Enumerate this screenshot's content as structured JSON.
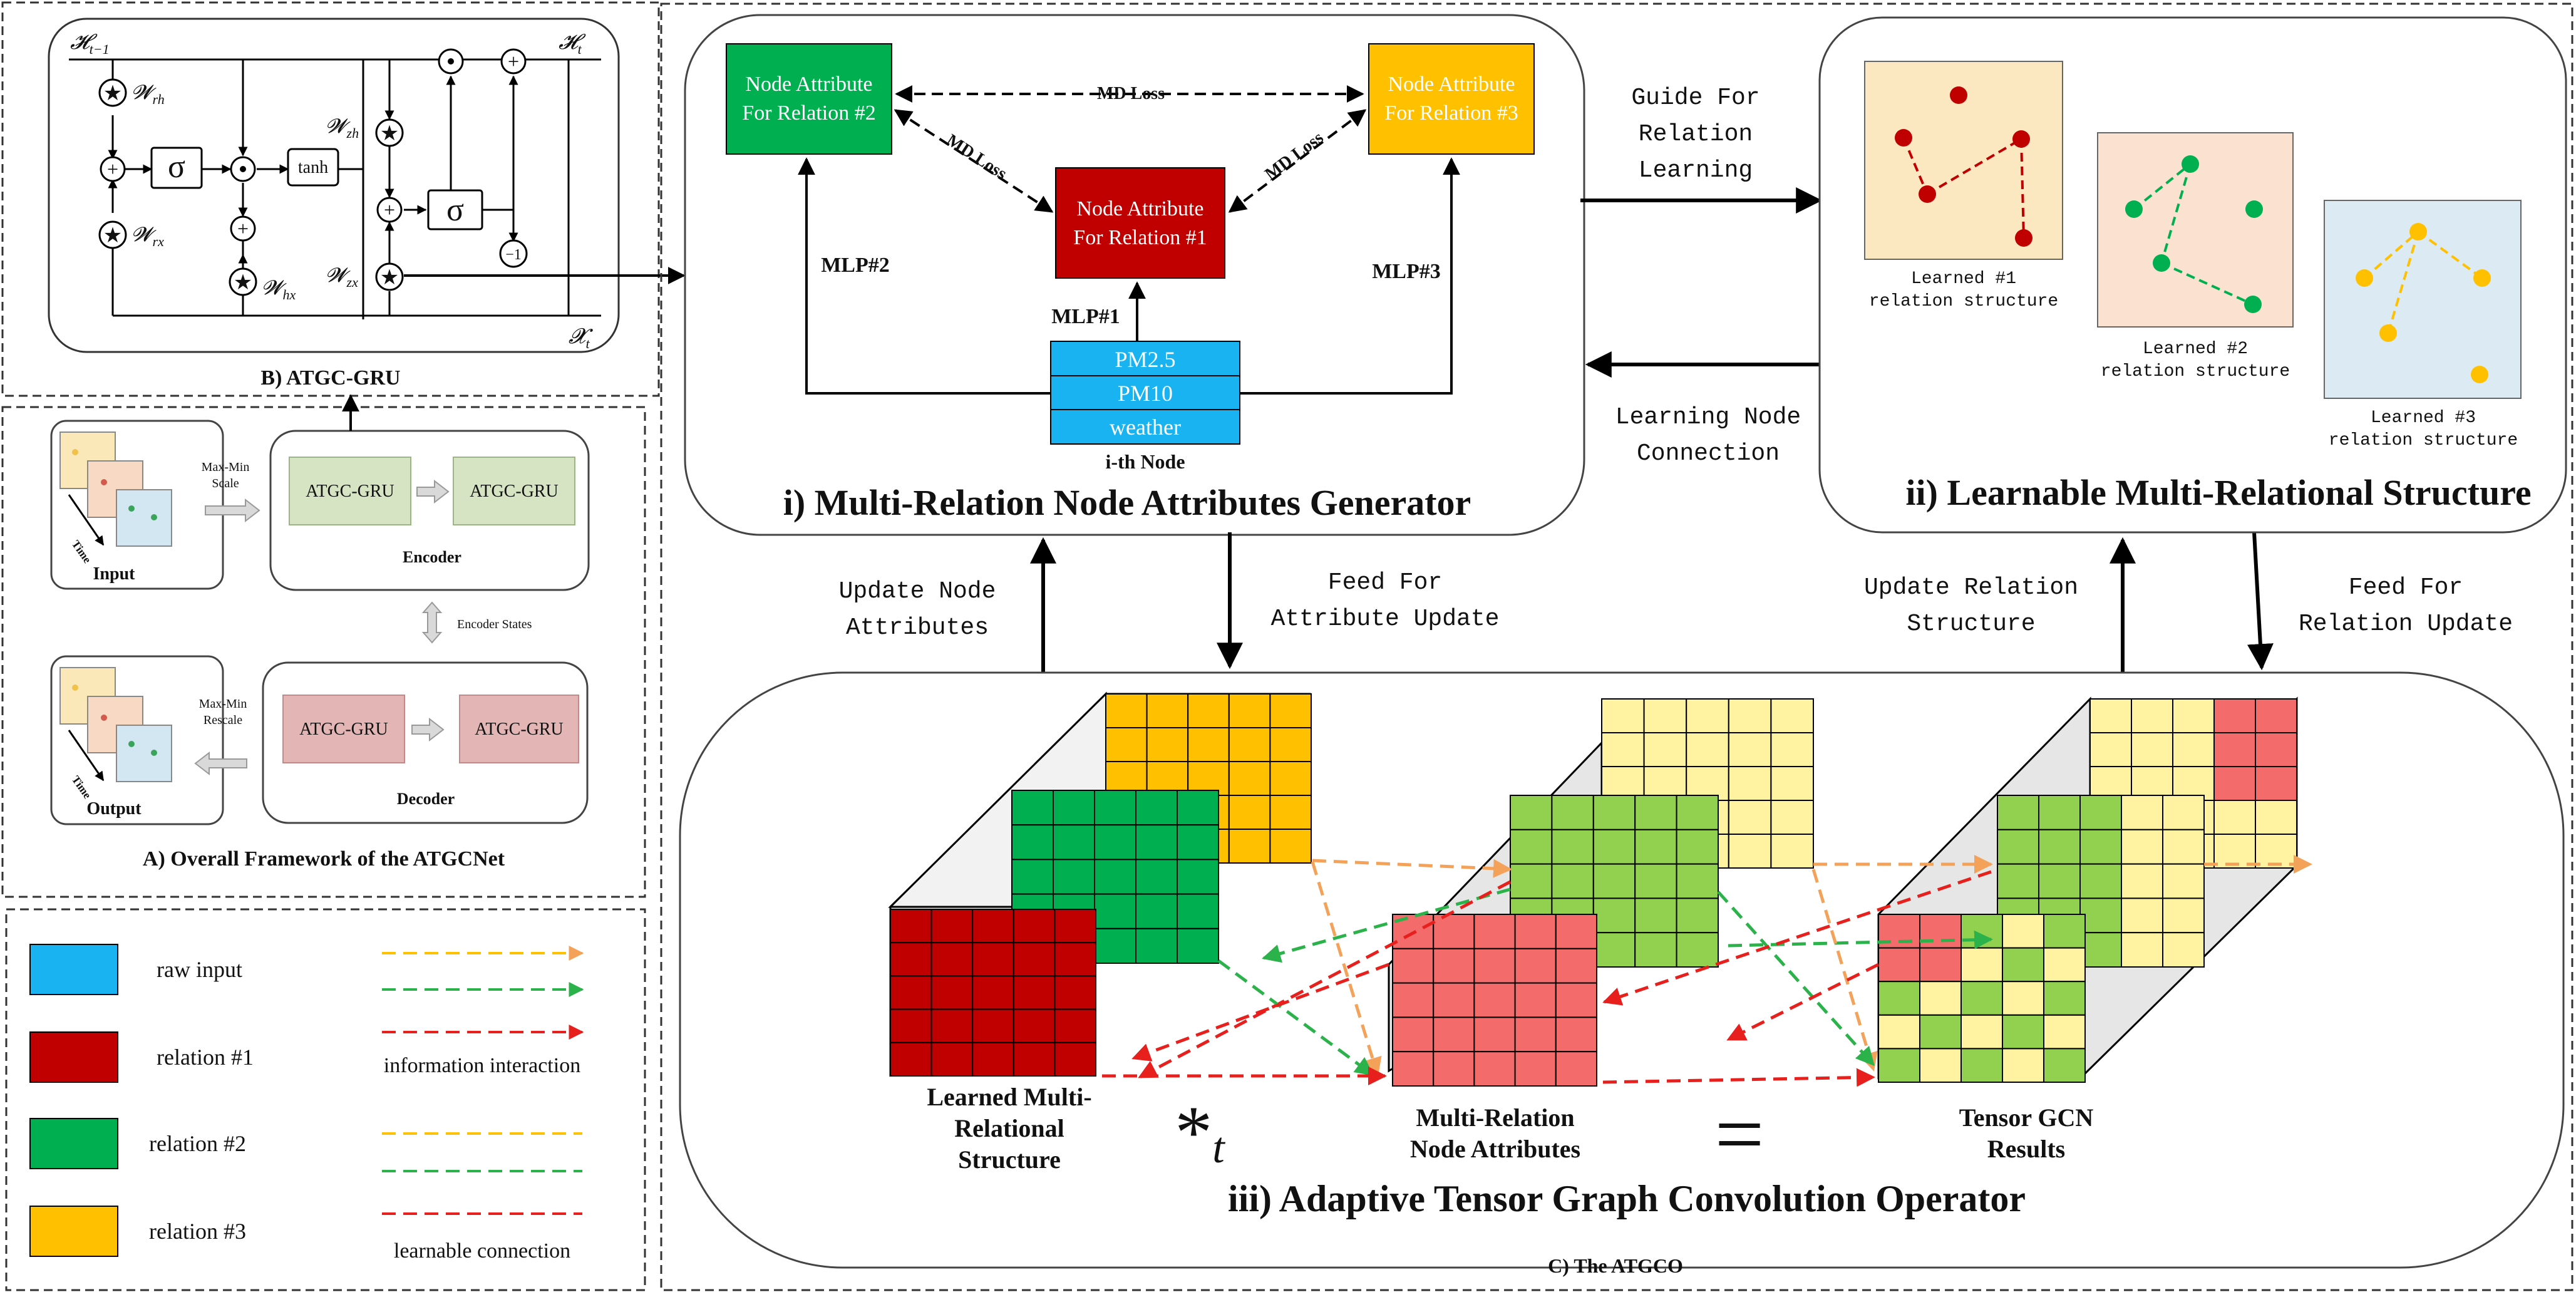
{
  "colors": {
    "raw_input": "#19b3f2",
    "relation1": "#c00000",
    "relation2": "#00b050",
    "relation3": "#ffc000",
    "relation1_light": "#f36b6b",
    "relation2_light": "#92d050",
    "relation3_light": "#fff2a0",
    "encoder_block": "#d6e4c4",
    "decoder_block": "#e3b5b5"
  },
  "icons": [
    "right-arrow-icon",
    "double-arrow-icon",
    "star-operator-icon",
    "hadamard-icon",
    "plus-icon"
  ],
  "gru": {
    "h_prev": "𝓗",
    "h_prev_sub": "t−1",
    "h_cur": "𝓗",
    "h_cur_sub": "t",
    "x_cur": "𝓧",
    "x_cur_sub": "t",
    "w_rh": "𝓦",
    "w_rh_sub": "rh",
    "w_rx": "𝓦",
    "w_rx_sub": "rx",
    "w_hx": "𝓦",
    "w_hx_sub": "hx",
    "w_zh": "𝓦",
    "w_zh_sub": "zh",
    "w_zx": "𝓦",
    "w_zx_sub": "zx",
    "sigma": "σ",
    "tanh": "tanh",
    "minus_one": "−1",
    "caption": "B) ATGC-GRU"
  },
  "framework": {
    "input_label": "Input",
    "output_label": "Output",
    "time_label": "Time",
    "maxmin_scale": [
      "Max-Min",
      "Scale"
    ],
    "maxmin_rescale": [
      "Max-Min",
      "Rescale"
    ],
    "block_label": "ATGC-GRU",
    "encoder_label": "Encoder",
    "decoder_label": "Decoder",
    "encoder_states": "Encoder States",
    "caption": "A) Overall Framework of the ATGCNet"
  },
  "legend": {
    "items": [
      {
        "label": "raw input"
      },
      {
        "label": "relation #1"
      },
      {
        "label": "relation #2"
      },
      {
        "label": "relation #3"
      }
    ],
    "info_interaction": "information interaction",
    "learnable_connection": "learnable connection"
  },
  "generator": {
    "attr_rel2": [
      "Node Attribute",
      "For Relation #2"
    ],
    "attr_rel3": [
      "Node Attribute",
      "For Relation #3"
    ],
    "attr_rel1": [
      "Node Attribute",
      "For Relation #1"
    ],
    "md_loss": "MD Loss",
    "mlp1": "MLP#1",
    "mlp2": "MLP#2",
    "mlp3": "MLP#3",
    "features": [
      "PM2.5",
      "PM10",
      "weather"
    ],
    "node_label": "i-th Node",
    "title": "i)  Multi-Relation Node Attributes Generator"
  },
  "links": {
    "guide": [
      "Guide For",
      "Relation",
      "Learning"
    ],
    "learning_node": [
      "Learning Node",
      "Connection"
    ],
    "update_node": [
      "Update Node",
      "Attributes"
    ],
    "feed_attr": [
      "Feed For",
      "Attribute Update"
    ],
    "update_rel": [
      "Update Relation",
      "Structure"
    ],
    "feed_rel": [
      "Feed For",
      "Relation Update"
    ]
  },
  "structure": {
    "learned1": [
      "Learned #1",
      "relation structure"
    ],
    "learned2": [
      "Learned #2",
      "relation structure"
    ],
    "learned3": [
      "Learned #3",
      "relation structure"
    ],
    "title": "ii) Learnable Multi-Relational Structure"
  },
  "atgco": {
    "learned_multi": [
      "Learned Multi-",
      "Relational",
      "Structure"
    ],
    "multi_attr": [
      "Multi-Relation",
      "Node Attributes"
    ],
    "tensor_results": [
      "Tensor GCN",
      "Results"
    ],
    "star_t": "*",
    "star_t_sub": "t",
    "equals": "=",
    "title": "iii) Adaptive Tensor Graph Convolution Operator",
    "caption": "C) The ATGCO"
  }
}
